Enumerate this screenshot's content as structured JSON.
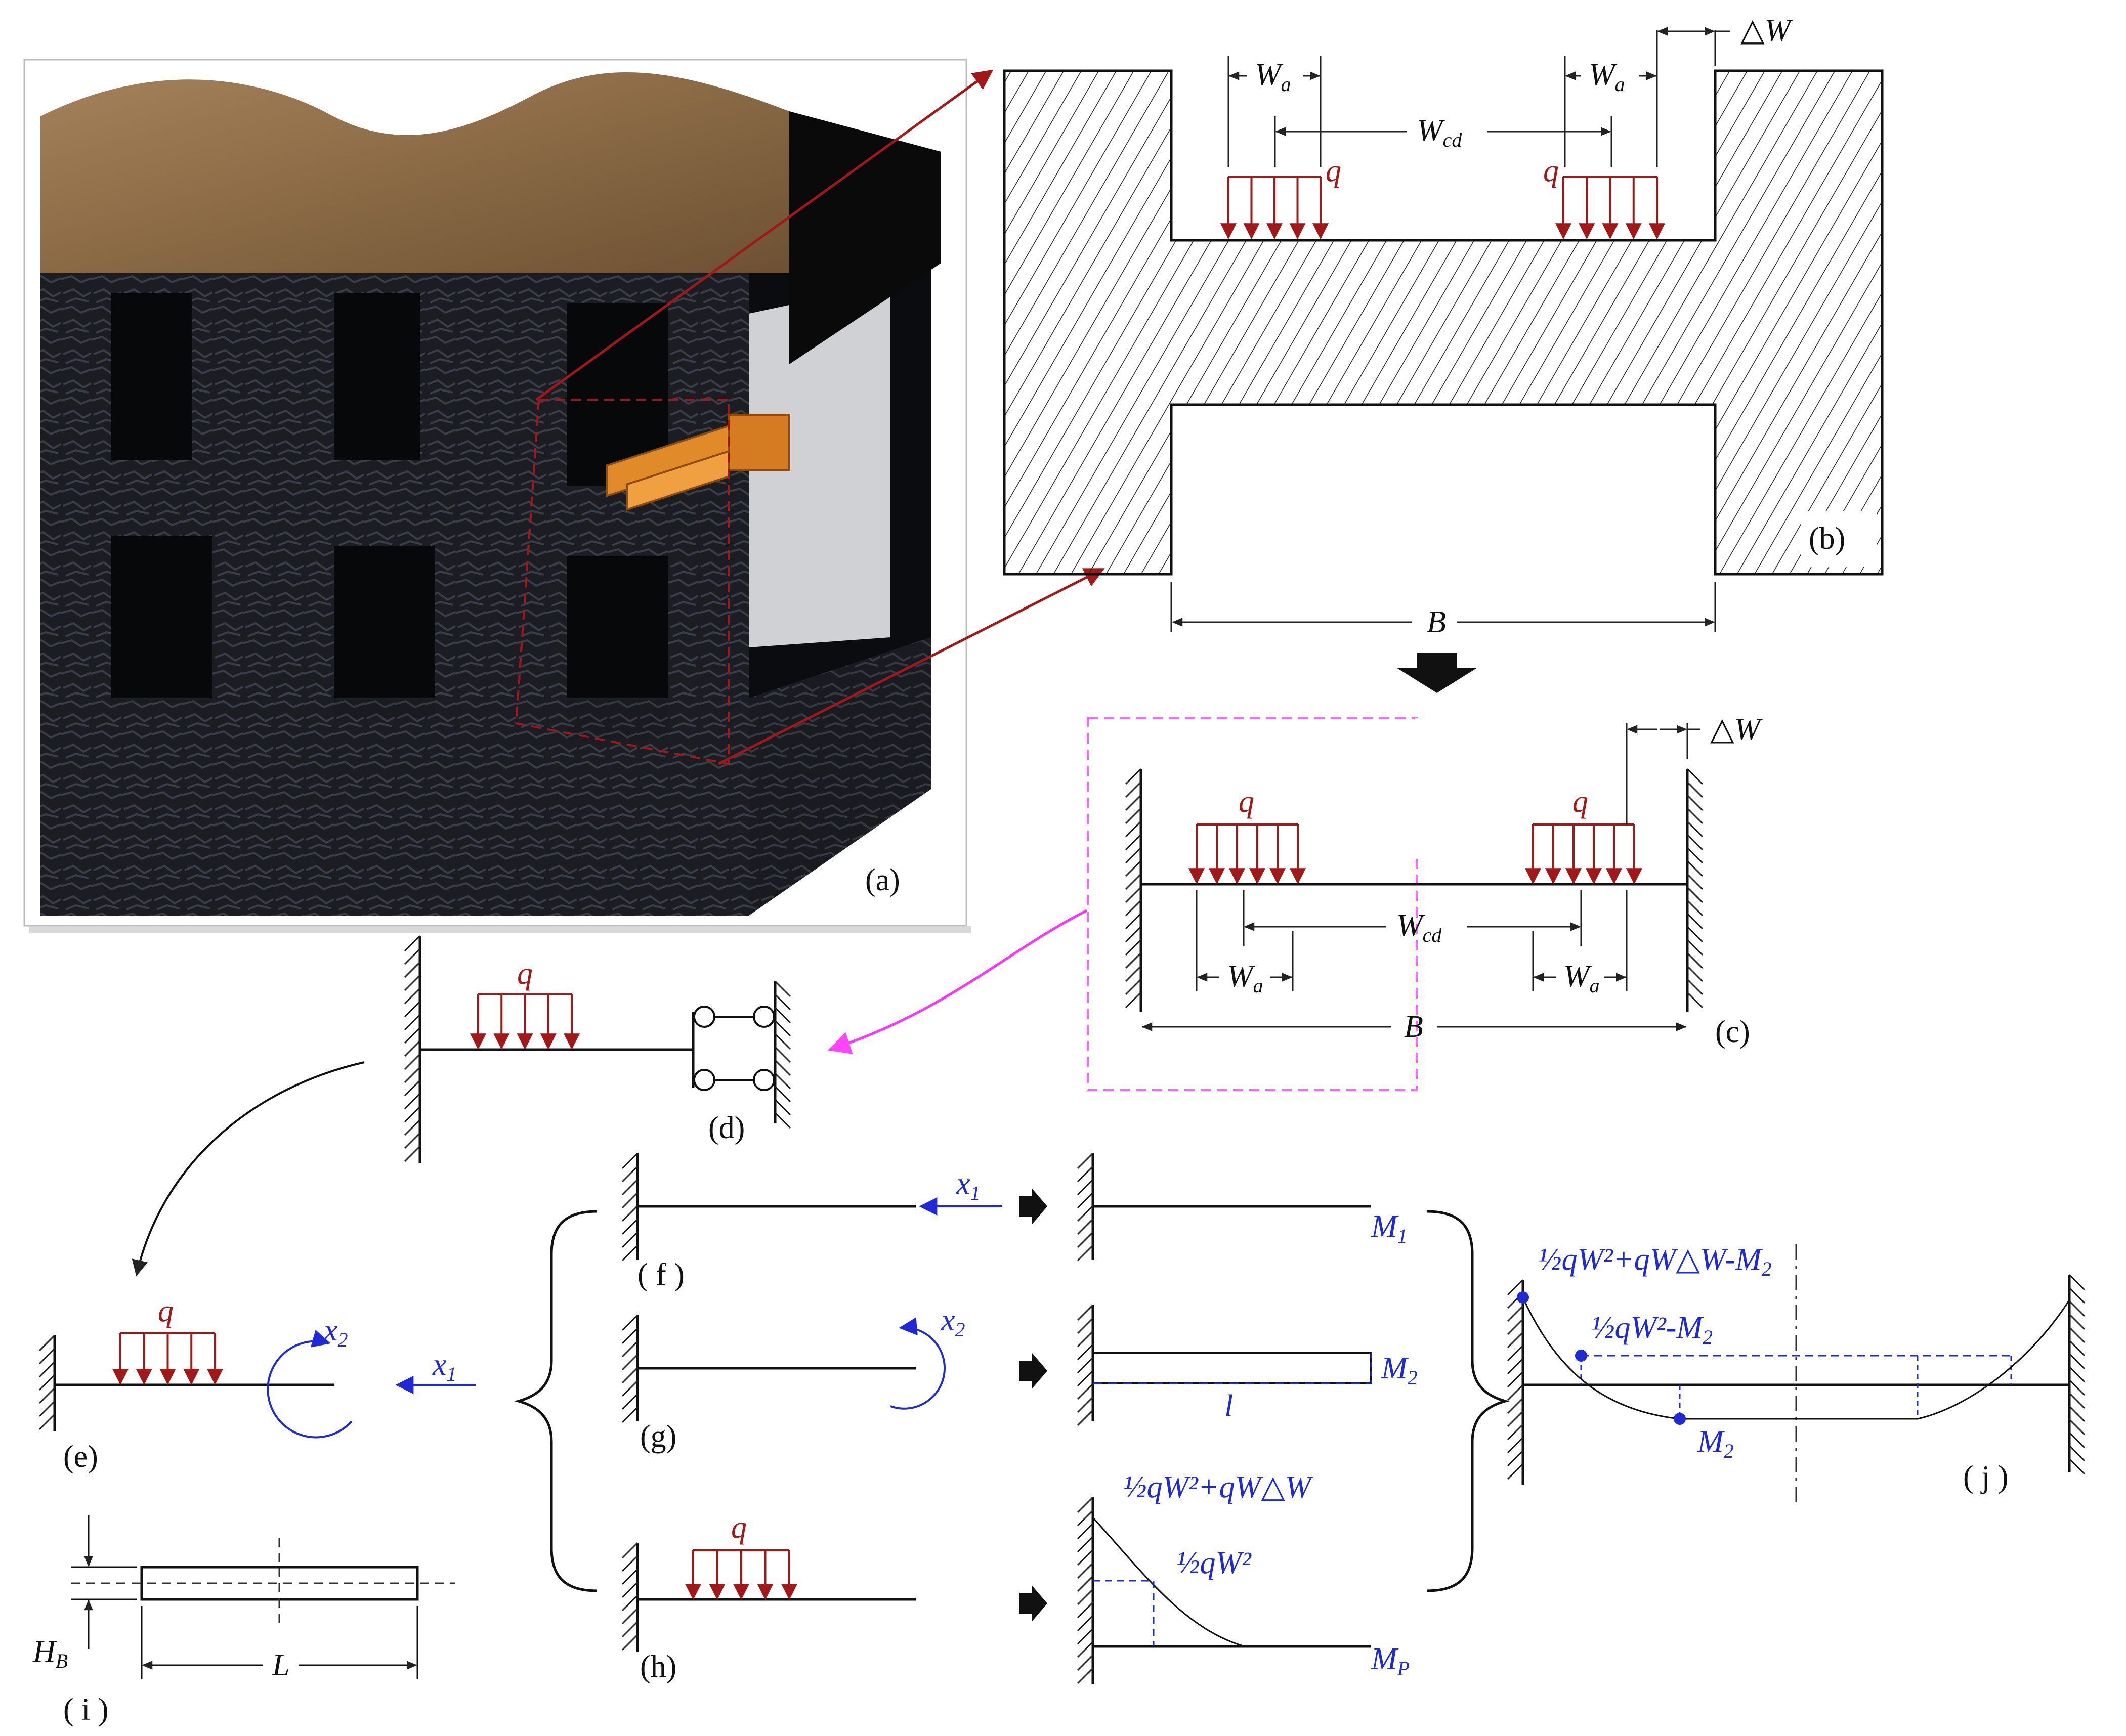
{
  "panels": {
    "a": "(a)",
    "b": "(b)",
    "c": "(c)",
    "d": "(d)",
    "e": "(e)",
    "f": "( f )",
    "g": "(g)",
    "h": "(h)",
    "i": "( i )",
    "j": "( j )"
  },
  "symbols": {
    "load": "q",
    "wa": "W",
    "wa_sub": "a",
    "wcd": "W",
    "wcd_sub": "cd",
    "width": "B",
    "delta_w": "△W",
    "length_L": "L",
    "height": "H",
    "height_sub": "B",
    "span_l": "l",
    "x1": "x",
    "x1_sub": "1",
    "x2": "x",
    "x2_sub": "2",
    "m1": "M",
    "m1_sub": "1",
    "m2": "M",
    "m2_sub": "2",
    "mp": "M",
    "mp_sub": "P"
  },
  "formulas": {
    "h_top": "qW²+qW△W",
    "h_mid": "qW²",
    "j_top": "qW²+qW△W-M",
    "j_mid": "qW²-M",
    "j_bottom_sub": "2"
  },
  "colors": {
    "load_red": "#a01818",
    "annotation_blue": "#1f2ad6",
    "magenta": "#ff44ff",
    "wood": "#8a6a45",
    "coal": "#1b1d22",
    "machine": "#e08a2a"
  }
}
